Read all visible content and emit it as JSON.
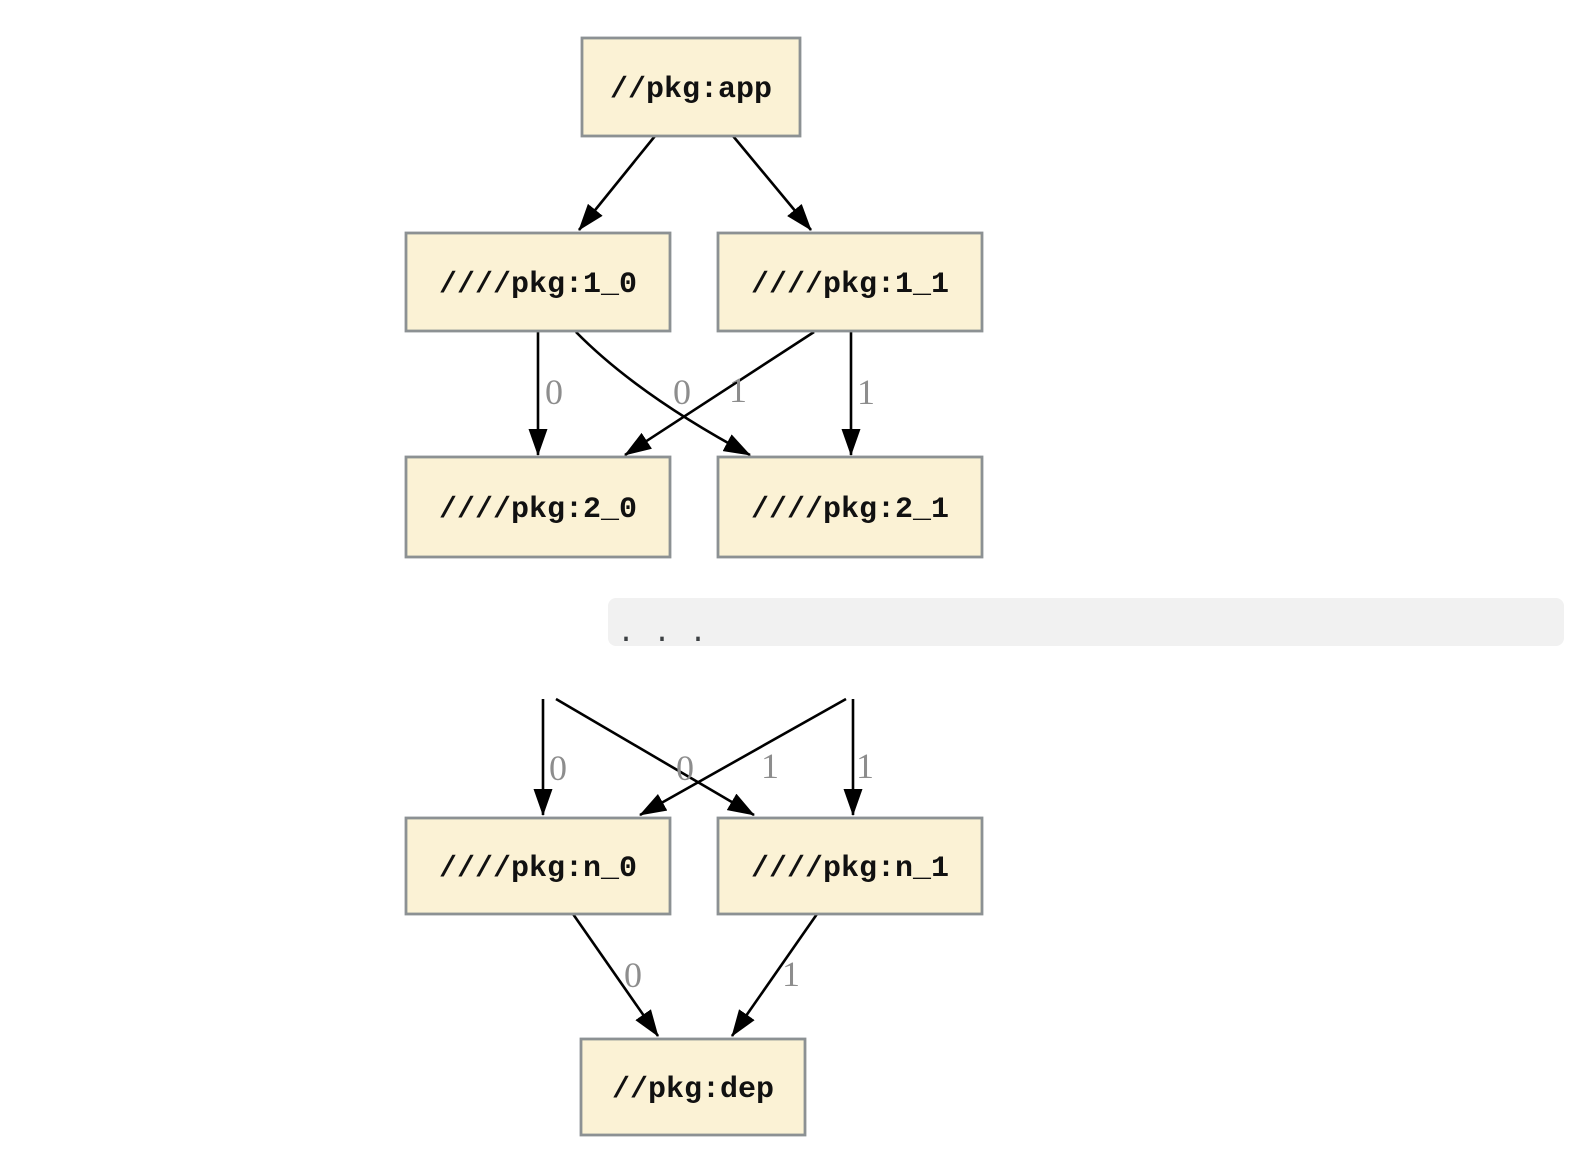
{
  "graph": {
    "nodes": [
      {
        "id": "app",
        "label": "//pkg:app"
      },
      {
        "id": "1_0",
        "label": "////pkg:1_0"
      },
      {
        "id": "1_1",
        "label": "////pkg:1_1"
      },
      {
        "id": "2_0",
        "label": "////pkg:2_0"
      },
      {
        "id": "2_1",
        "label": "////pkg:2_1"
      },
      {
        "id": "n_0",
        "label": "////pkg:n_0"
      },
      {
        "id": "n_1",
        "label": "////pkg:n_1"
      },
      {
        "id": "dep",
        "label": "//pkg:dep"
      }
    ],
    "edges": [
      {
        "from": "app",
        "to": "1_0",
        "label": ""
      },
      {
        "from": "app",
        "to": "1_1",
        "label": ""
      },
      {
        "from": "1_0",
        "to": "2_0",
        "label": "0"
      },
      {
        "from": "1_0",
        "to": "2_1",
        "label": "0"
      },
      {
        "from": "1_1",
        "to": "2_0",
        "label": "1"
      },
      {
        "from": "1_1",
        "to": "2_1",
        "label": "1"
      },
      {
        "from": "elided",
        "to": "n_0",
        "label": "0"
      },
      {
        "from": "elided",
        "to": "n_1",
        "label": "0"
      },
      {
        "from": "elided",
        "to": "n_0",
        "label": "1"
      },
      {
        "from": "elided",
        "to": "n_1",
        "label": "1"
      },
      {
        "from": "n_0",
        "to": "dep",
        "label": "0"
      },
      {
        "from": "n_1",
        "to": "dep",
        "label": "1"
      }
    ],
    "ellipsis": ". . ."
  },
  "colors": {
    "node_fill": "#FBF2D5",
    "node_border": "#8C9193",
    "node_text": "#111111",
    "edge_color": "#000000",
    "edge_label_color": "#8D8D8D",
    "band_fill": "#F1F1F1",
    "ellipsis_color": "#3C4043",
    "background": "#FFFFFF"
  }
}
